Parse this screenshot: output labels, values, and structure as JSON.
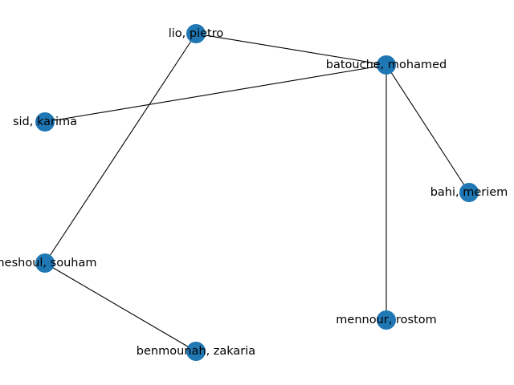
{
  "graph": {
    "node_color": "#1f77b4",
    "edge_color": "#000000",
    "nodes": [
      {
        "id": "lio",
        "label": "lio, pietro"
      },
      {
        "id": "batouche",
        "label": "batouche, mohamed"
      },
      {
        "id": "sid",
        "label": "sid, karima"
      },
      {
        "id": "bahi",
        "label": "bahi, meriem"
      },
      {
        "id": "meshoul",
        "label": "meshoul, souham"
      },
      {
        "id": "mennour",
        "label": "mennour, rostom"
      },
      {
        "id": "benmounah",
        "label": "benmounah, zakaria"
      }
    ],
    "edges": [
      [
        "lio",
        "batouche"
      ],
      [
        "lio",
        "meshoul"
      ],
      [
        "batouche",
        "sid"
      ],
      [
        "batouche",
        "bahi"
      ],
      [
        "batouche",
        "mennour"
      ],
      [
        "meshoul",
        "benmounah"
      ]
    ]
  }
}
